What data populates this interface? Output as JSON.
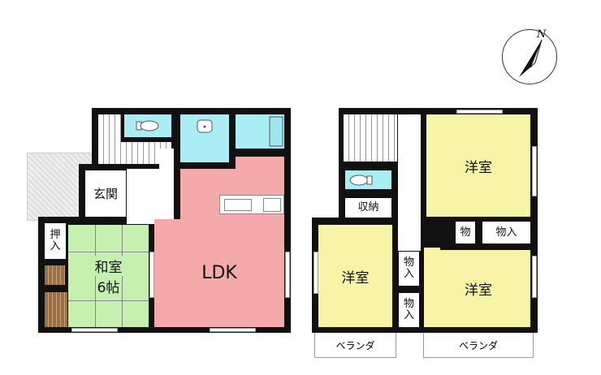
{
  "compass": {
    "label": "N"
  },
  "floor1": {
    "entrance": "玄関",
    "closet": "押入",
    "washitsu": "和室",
    "washitsu_size": "6帖",
    "ldk": "LDK"
  },
  "floor2": {
    "storage": "収納",
    "room_north": "洋室",
    "room_west": "洋室",
    "room_south": "洋室",
    "closet_small": "物",
    "closet_north": "物入",
    "closet_west_1": "物入",
    "closet_west_2": "物入",
    "balcony_west": "ベランダ",
    "balcony_east": "ベランダ"
  },
  "colors": {
    "wet_area": "#a9eef5",
    "ldk": "#f4a9ab",
    "washitsu": "#c6f0b0",
    "western_room": "#f7f4a8"
  }
}
